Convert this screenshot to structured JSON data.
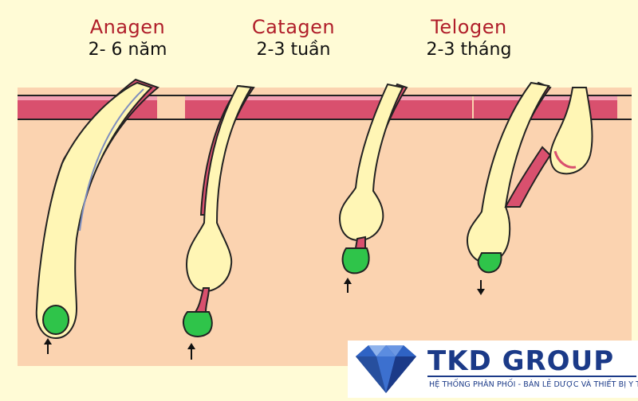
{
  "stages": [
    {
      "name": "Anagen",
      "duration": "2- 6 năm"
    },
    {
      "name": "Catagen",
      "duration": "2-3 tuần"
    },
    {
      "name": "Telogen",
      "duration": "2-3 tháng"
    }
  ],
  "logo": {
    "brand": "TKD GROUP",
    "tagline": "HỆ THỐNG PHÂN PHỐI - BÁN LẺ DƯỢC VÀ THIẾT BỊ Y TẾ"
  },
  "colors": {
    "skin": "#fbd3b0",
    "dermis_band": "#d9506e",
    "follicle": "#fff6b5",
    "papilla": "#2fc44a",
    "brand": "#1b3a88",
    "label": "#b01e2a"
  }
}
